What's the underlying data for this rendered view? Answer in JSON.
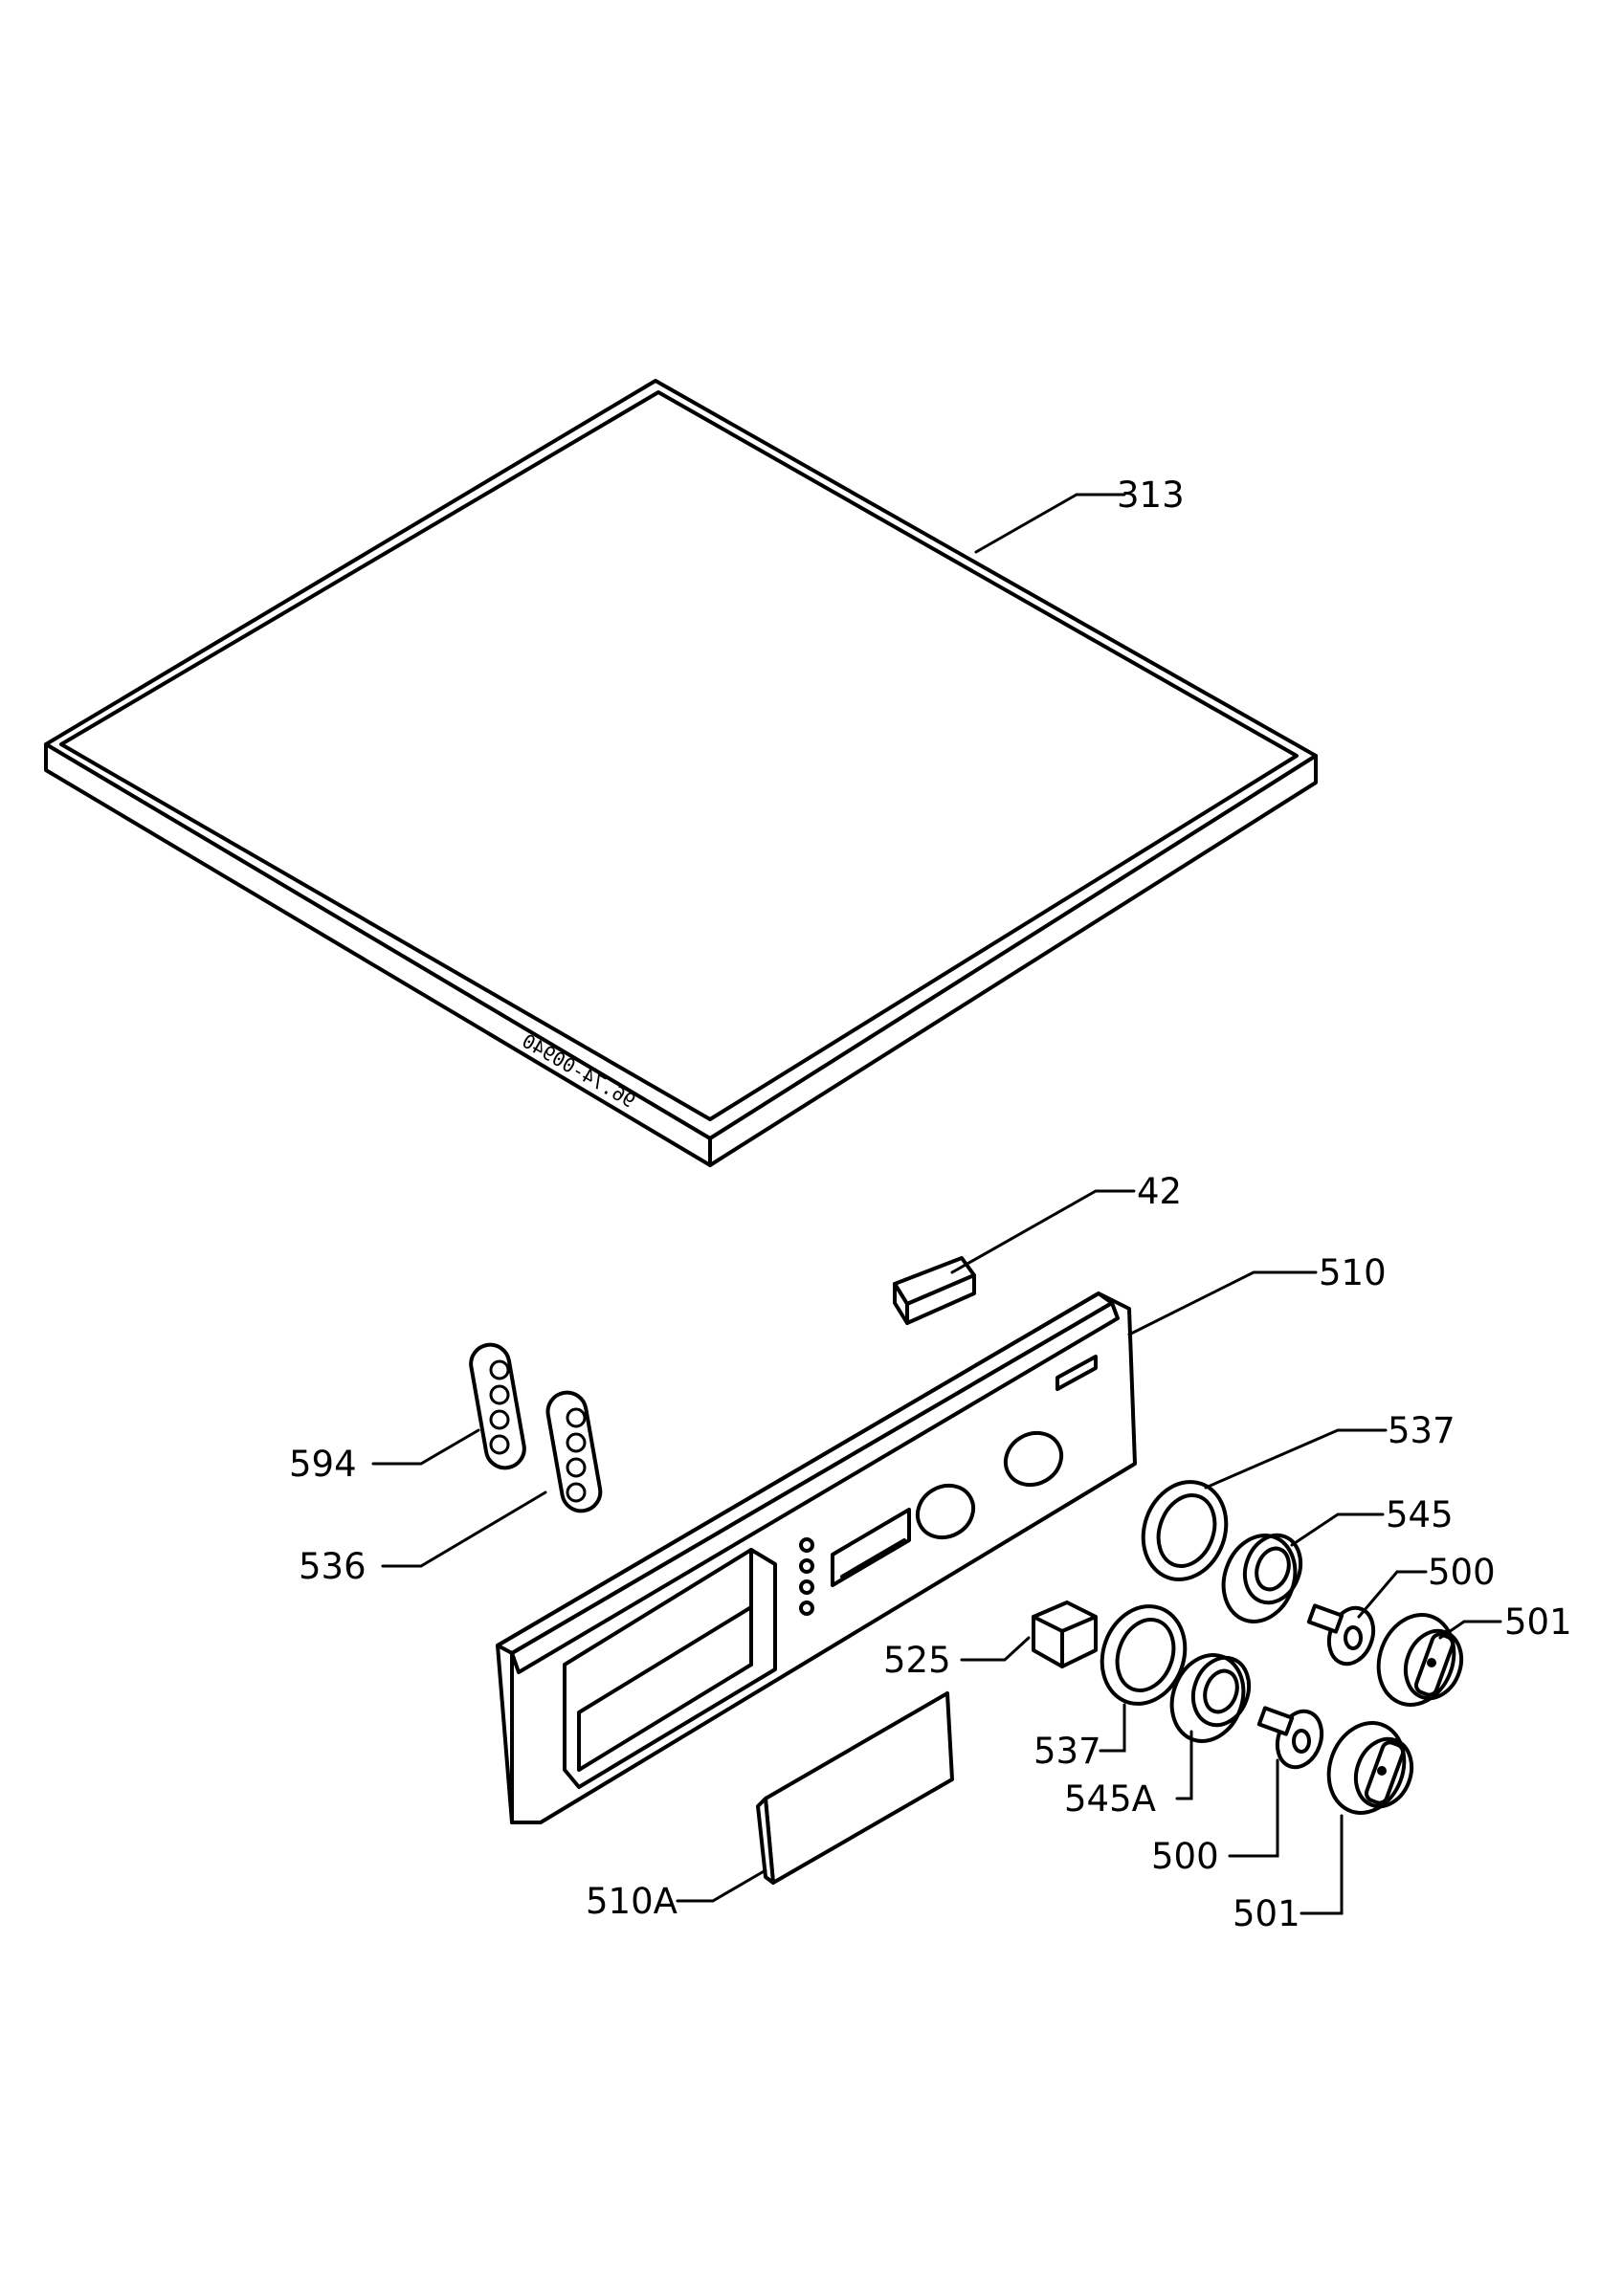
{
  "diagram": {
    "stamp": "96.74-00940",
    "labels": {
      "l313": "313",
      "l42": "42",
      "l510": "510",
      "l594": "594",
      "l536": "536",
      "l537a": "537",
      "l545": "545",
      "l500a": "500",
      "l501a": "501",
      "l525": "525",
      "l537b": "537",
      "l545A": "545A",
      "l500b": "500",
      "l501b": "501",
      "l510A": "510A"
    }
  }
}
